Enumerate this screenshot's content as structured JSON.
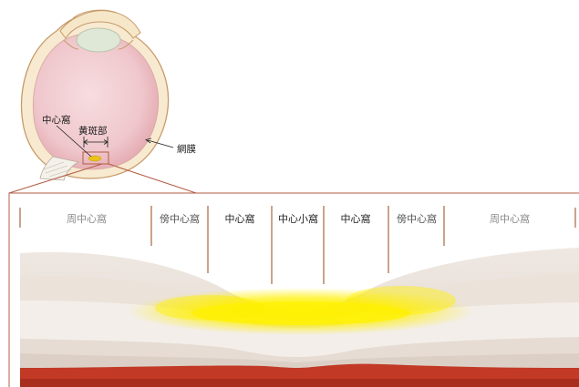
{
  "eye_labels": {
    "fovea": "中心窩",
    "macula": "黄斑部",
    "retina": "網膜"
  },
  "zones": [
    {
      "label": "周中心窩",
      "tone": "dim"
    },
    {
      "label": "傍中心窩",
      "tone": "mid"
    },
    {
      "label": "中心窩",
      "tone": "dark"
    },
    {
      "label": "中心小窩",
      "tone": "dark"
    },
    {
      "label": "中心窩",
      "tone": "dark"
    },
    {
      "label": "傍中心窩",
      "tone": "mid"
    },
    {
      "label": "周中心窩",
      "tone": "dim"
    }
  ],
  "colors": {
    "eye_outline": "#c79a6a",
    "eye_fill": "#efc9cf",
    "sclera_band": "#f6e7c8",
    "lens": "#dfe7d6",
    "zoom_box": "#b35c45",
    "divider": "#a6673f",
    "tissue_light": "#f2ede8",
    "tissue_mid": "#e3dad2",
    "macular_pigment": "#ffe600",
    "rpe": "#c23a26"
  }
}
